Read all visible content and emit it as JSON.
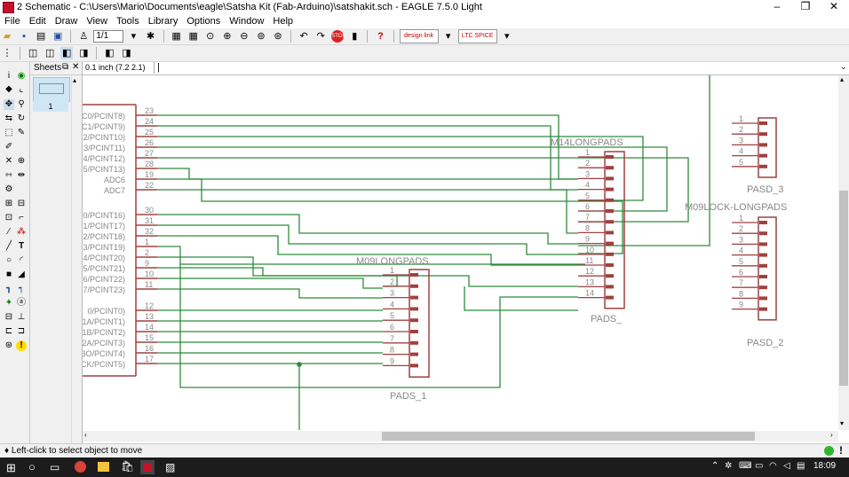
{
  "window": {
    "title": "2 Schematic - C:\\Users\\Mario\\Documents\\eagle\\Satsha Kit (Fab-Arduino)\\satshakit.sch - EAGLE 7.5.0 Light",
    "minimize": "–",
    "maximize": "❐",
    "close": "✕"
  },
  "menu": [
    "File",
    "Edit",
    "Draw",
    "View",
    "Tools",
    "Library",
    "Options",
    "Window",
    "Help"
  ],
  "toolbar": {
    "sheet_select": "1/1",
    "help": "?",
    "designlink": "design link",
    "ltspice": "LTC SPICE"
  },
  "sheets_panel": {
    "title": "Sheets",
    "sheet_number": "1"
  },
  "command": {
    "grid_info": "0.1 inch (7.2 2.1)",
    "input_value": ""
  },
  "status": {
    "message": "♦ Left-click to select object to move"
  },
  "taskbar": {
    "time": "18:09"
  },
  "schematic": {
    "pin_numbers": [
      "23",
      "24",
      "25",
      "26",
      "27",
      "28",
      "19",
      "22",
      "30",
      "31",
      "32",
      "1",
      "2",
      "9",
      "10",
      "11",
      "12",
      "13",
      "14",
      "15",
      "16",
      "17"
    ],
    "pin_names": [
      "C0/PCINT8)",
      "C1/PCINT9)",
      "2/PCINT10)",
      "3/PCINT11)",
      "4/PCINT12)",
      "5/PCINT13)",
      "ADC6",
      "ADC7",
      "0/PCINT16)",
      "1/PCINT17)",
      "2/PCINT18)",
      "3/PCINT19)",
      "4/PCINT20)",
      "5/PCINT21)",
      "6/PCINT22)",
      "7/PCINT23)",
      "0/PCINT0)",
      "1A/PCINT1)",
      "1B/PCINT2)",
      "2A/PCINT3)",
      "3O/PCINT4)",
      "CK/PCINT5)"
    ],
    "m14_label": "M14LONGPADS",
    "m14_name": "PADS_",
    "m09_label": "M09LONGPADS",
    "m09_name": "PADS_1",
    "m09lock_label": "M09LOCK-LONGPADS",
    "m09lock_name": "PASD_2",
    "m05_name": "PASD_3"
  }
}
